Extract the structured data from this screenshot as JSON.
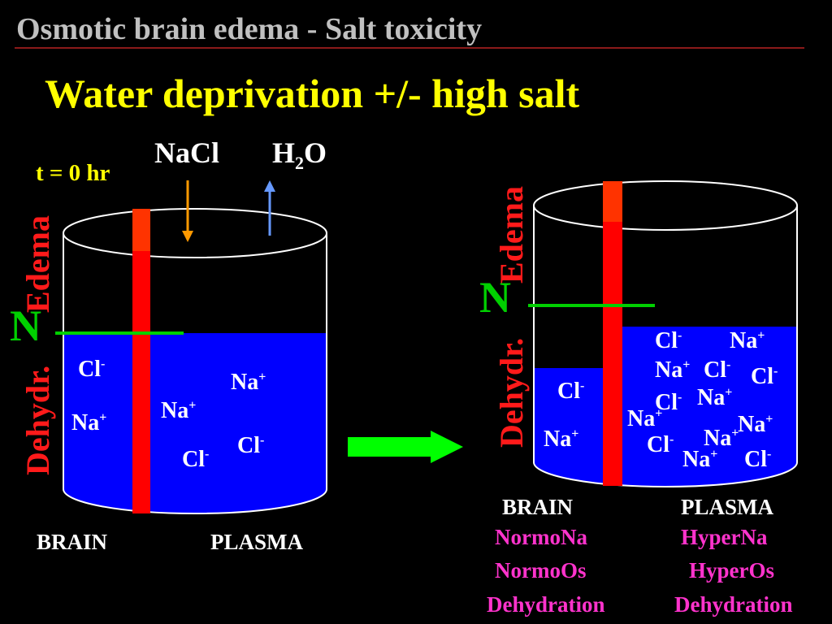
{
  "title": "Osmotic brain edema - Salt toxicity",
  "subtitle": "Water deprivation +/- high salt",
  "left_diagram": {
    "time_label": "t = 0 hr",
    "nacl_label": "NaCl",
    "h2o_main": "H",
    "h2o_sub": "2",
    "h2o_tail": "O",
    "edema_label": "Edema",
    "dehydr_label": "Dehydr.",
    "n_label": "N",
    "brain_label": "BRAIN",
    "plasma_label": "PLASMA",
    "na": "Na",
    "cl": "Cl",
    "plus": "+",
    "minus": "-"
  },
  "right_diagram": {
    "edema_label": "Edema",
    "dehydr_label": "Dehydr.",
    "n_label": "N",
    "brain_label": "BRAIN",
    "plasma_label": "PLASMA",
    "brain_states": [
      "NormoNa",
      "NormoOs",
      "Dehydration"
    ],
    "plasma_states": [
      "HyperNa",
      "HyperOs",
      "Dehydration"
    ]
  },
  "colors": {
    "water": "#0000ff",
    "membrane": "#ff0000",
    "membrane_top": "#ff3300",
    "arrow": "#00ff00",
    "level_line": "#00d000",
    "title": "#c0c0c0",
    "subtitle": "#ffff00",
    "state_text": "#ff33cc"
  },
  "icons": [
    "nacl-in-arrow-icon",
    "h2o-out-arrow-icon",
    "transition-arrow-icon"
  ]
}
